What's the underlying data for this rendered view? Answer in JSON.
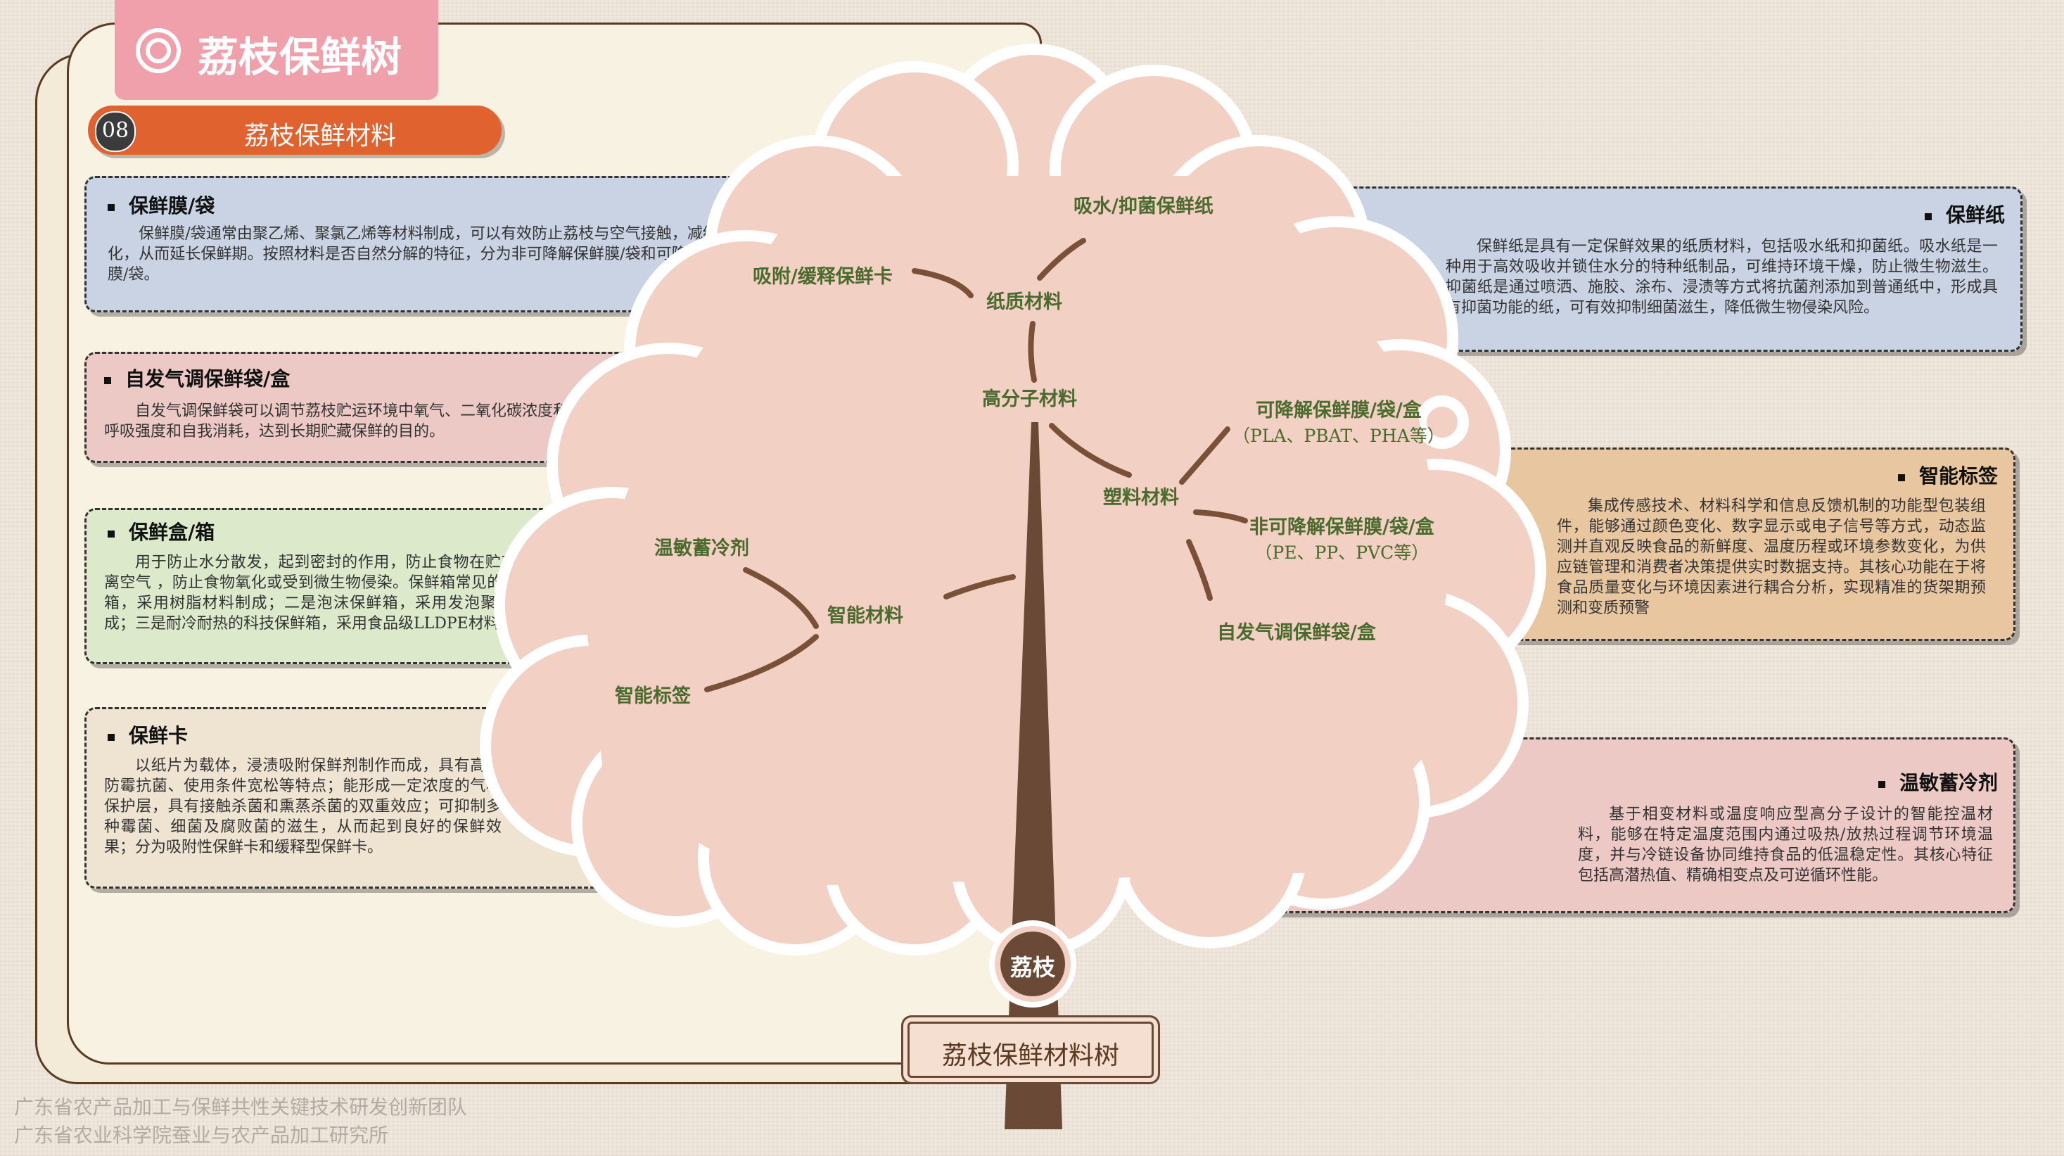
{
  "header": {
    "title": "荔枝保鲜树",
    "target_icon": "target-icon"
  },
  "section": {
    "number": "08",
    "title": "荔枝保鲜材料"
  },
  "left_cards": [
    {
      "title": "保鲜膜/袋",
      "body": "保鲜膜/袋通常由聚乙烯、聚氯乙烯等材料制成，可以有效防止荔枝与空气接触，减缓氧化，从而延长保鲜期。按照材料是否自然分解的特征，分为非可降解保鲜膜/袋和可降解保鲜膜/袋。"
    },
    {
      "title": "自发气调保鲜袋/盒",
      "body": "自发气调保鲜袋可以调节荔枝贮运环境中氧气、二氧化碳浓度和水分含量，降低荔枝的呼吸强度和自我消耗，达到长期贮藏保鲜的目的。"
    },
    {
      "title": "保鲜盒/箱",
      "body": "用于防止水分散发，起到密封的作用，防止食物在贮存时失去原有鲜味，隔离空气 ，防止食物氧化或受到微生物侵染。保鲜箱常见的有三种：一是塑料保鲜箱，采用树脂材料制成；二是泡沫保鲜箱，采用发泡聚苯乙烯、聚脲等材料制成；三是耐冷耐热的科技保鲜箱，采用食品级LLDPE材料。"
    },
    {
      "title": "保鲜卡",
      "body": "以纸片为载体，浸渍吸附保鲜剂制作而成，具有高效防霉抗菌、使用条件宽松等特点；能形成一定浓度的气相保护层，具有接触杀菌和熏蒸杀菌的双重效应；可抑制多种霉菌、细菌及腐败菌的滋生，从而起到良好的保鲜效果；分为吸附性保鲜卡和缓释型保鲜卡。"
    }
  ],
  "right_cards": [
    {
      "title": "保鲜纸",
      "body": "保鲜纸是具有一定保鲜效果的纸质材料，包括吸水纸和抑菌纸。吸水纸是一种用于高效吸收并锁住水分的特种纸制品，可维持环境干燥，防止微生物滋生。抑菌纸是通过喷洒、施胶、涂布、浸渍等方式将抗菌剂添加到普通纸中，形成具有抑菌功能的纸，可有效抑制细菌滋生，降低微生物侵染风险。"
    },
    {
      "title": "智能标签",
      "body": "集成传感技术、材料科学和信息反馈机制的功能型包装组件，能够通过颜色变化、数字显示或电子信号等方式，动态监测并直观反映食品的新鲜度、温度历程或环境参数变化，为供应链管理和消费者决策提供实时数据支持。其核心功能在于将食品质量变化与环境因素进行耦合分析，实现精准的货架期预测和变质预警"
    },
    {
      "title": "温敏蓄冷剂",
      "body": "基于相变材料或温度响应型高分子设计的智能控温材料，能够在特定温度范围内通过吸热/放热过程调节环境温度，并与冷链设备协同维持食品的低温稳定性。其核心特征包括高潜热值、精确相变点及可逆循环性能。"
    }
  ],
  "tree": {
    "nodes": {
      "water_paper": "吸水/抑菌保鲜纸",
      "card_adsorb": "吸附/缓释保鲜卡",
      "paper_material": "纸质材料",
      "polymer": "高分子材料",
      "degradable_line1": "可降解保鲜膜/袋/盒",
      "degradable_line2": "（PLA、PBAT、PHA等）",
      "plastic": "塑料材料",
      "nondegradable_line1": "非可降解保鲜膜/袋/盒",
      "nondegradable_line2": "（PE、PP、PVC等）",
      "map_bag": "自发气调保鲜袋/盒",
      "thermo": "温敏蓄冷剂",
      "smart_material": "智能材料",
      "smart_label": "智能标签"
    },
    "root": "荔枝",
    "sign": "荔枝保鲜材料树"
  },
  "footer": {
    "line1": "广东省农产品加工与保鲜共性关键技术研发创新团队",
    "line2": "广东省农业科学院蚕业与农产品加工研究所"
  },
  "colors": {
    "header_pink": "#f0a0ab",
    "section_orange": "#e0622f",
    "canopy": "#f2d0c3",
    "trunk": "#6a4a36",
    "branch": "#7a5138",
    "node_text": "#4a6b2d",
    "card_blue": "#c9d3e3",
    "card_pink": "#ecc9c5",
    "card_green": "#dceacb",
    "card_beige": "#efe3d2",
    "card_orange": "#e8c7a0",
    "board": "#f7f1e3"
  }
}
